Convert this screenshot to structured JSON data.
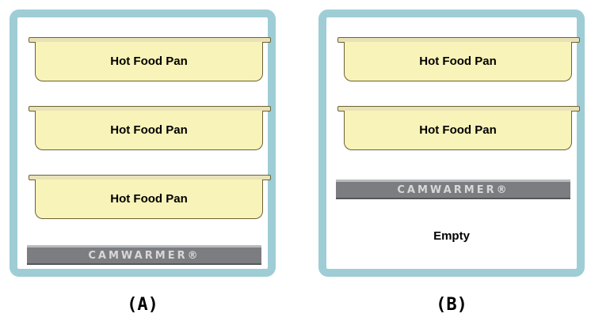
{
  "panels": [
    {
      "pans": [
        "Hot Food Pan",
        "Hot Food Pan",
        "Hot Food Pan"
      ],
      "warmer": "CAMWARMER®",
      "caption": "(A)"
    },
    {
      "pans": [
        "Hot Food Pan",
        "Hot Food Pan"
      ],
      "warmer": "CAMWARMER®",
      "empty": "Empty",
      "caption": "(B)"
    }
  ],
  "colors": {
    "cabinet_frame": "#9fcdd6",
    "pan_fill": "#f8f3b8",
    "pan_outline": "#6b6135",
    "warmer_fill": "#7b7d80",
    "warmer_text": "#d8d8d8"
  }
}
